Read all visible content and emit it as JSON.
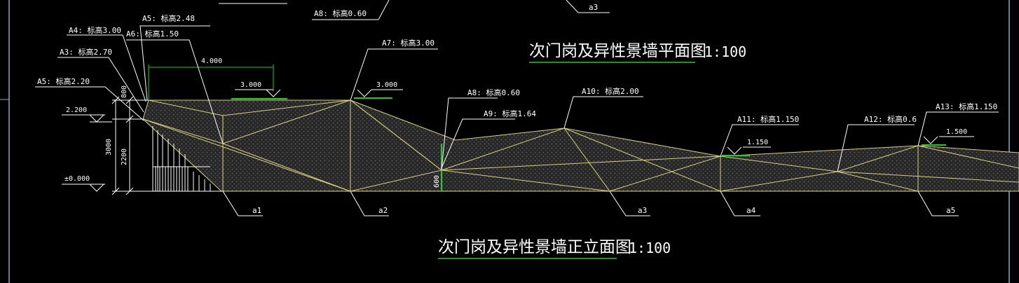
{
  "titles": {
    "plan": "次门岗及异性景墙平面图",
    "plan_scale": "1:100",
    "elevation": "次门岗及异性景墙正立面图",
    "elevation_scale": "1:100"
  },
  "top_fragments": {
    "a8": "A8: 标高0.60",
    "a3": "a3"
  },
  "labels": {
    "a4": "A4: 标高3.00",
    "a5_top": "A5: 标高2.48",
    "a6": "A6: 标高1.50",
    "a3": "A3: 标高2.70",
    "a5": "A5: 标高2.20",
    "a7": "A7: 标高3.00",
    "a8": "A8: 标高0.60",
    "a9": "A9: 标高1.64",
    "a10": "A10: 标高2.00",
    "a11": "A11: 标高1.150",
    "a12": "A12: 标高0.6",
    "a13": "A13: 标高1.150"
  },
  "elevations": {
    "e3000_left": "3.000",
    "e3000_right": "3.000",
    "e2200": "2.200",
    "e0000": "±0.000",
    "e1150": "1.150",
    "e1500": "1.500"
  },
  "dims": {
    "d4000": "4.000",
    "d800": "800",
    "d3000": "3000",
    "d2200": "2200",
    "d600": "600"
  },
  "bottom": {
    "o1": "a1",
    "o2": "a2",
    "o3": "a3",
    "o4": "a4",
    "o5": "a5"
  }
}
